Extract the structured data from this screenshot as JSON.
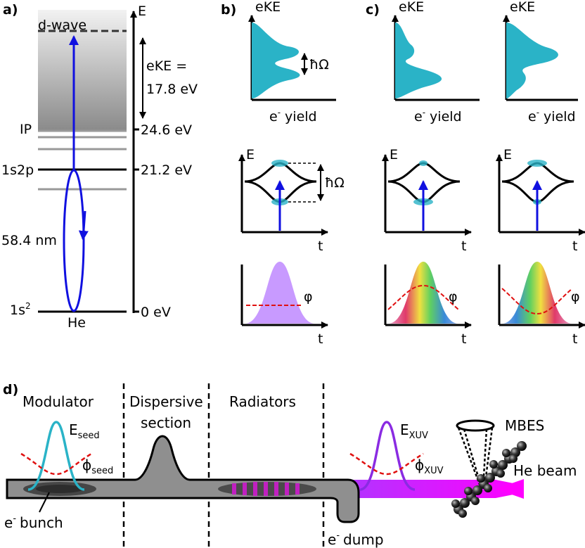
{
  "panel_labels": {
    "a": "a)",
    "b": "b)",
    "c": "c)",
    "d": "d)"
  },
  "panel_a": {
    "d_wave": "d-wave",
    "energy_axis": "E",
    "ip": "IP",
    "state_1s2p": "1s2p",
    "wavelength": "58.4 nm",
    "ground_state": "1s",
    "ground_state_sup": "2",
    "atom": "He",
    "ekE_label": "eKE =",
    "ekE_value": "17.8 eV",
    "tick_24_6": "24.6 eV",
    "tick_21_2": "21.2 eV",
    "tick_0": "0 eV"
  },
  "spectra": {
    "ekE": "eKE",
    "electron": "e",
    "superscript_minus": "-",
    "yield": "yield",
    "hbar_omega": "ħΩ"
  },
  "dynamics": {
    "energy": "E",
    "time": "t",
    "hbar_omega": "ħΩ"
  },
  "pulses": {
    "phase": "φ",
    "time": "t"
  },
  "panel_d": {
    "modulator": "Modulator",
    "dispersive_line1": "Dispersive",
    "dispersive_line2": "section",
    "radiators": "Radiators",
    "mbes": "MBES",
    "e_seed_main": "E",
    "e_seed_sub": "seed",
    "phi_seed_main": "ϕ",
    "phi_seed_sub": "seed",
    "e_xuv_main": "E",
    "e_xuv_sub": "XUV",
    "phi_xuv_main": "ϕ",
    "phi_xuv_sub": "XUV",
    "he_beam": "He beam",
    "e_bunch_e": "e",
    "e_bunch_sup": "-",
    "e_bunch_text": "bunch",
    "e_dump_e": "e",
    "e_dump_sup": "-",
    "e_dump_text": "dump"
  },
  "colors": {
    "cyan": "#2ab3c7",
    "blue": "#1010e0",
    "red": "#e01010",
    "purple": "#8a2be2",
    "magenta": "#e000e0",
    "gray": "#909090"
  }
}
